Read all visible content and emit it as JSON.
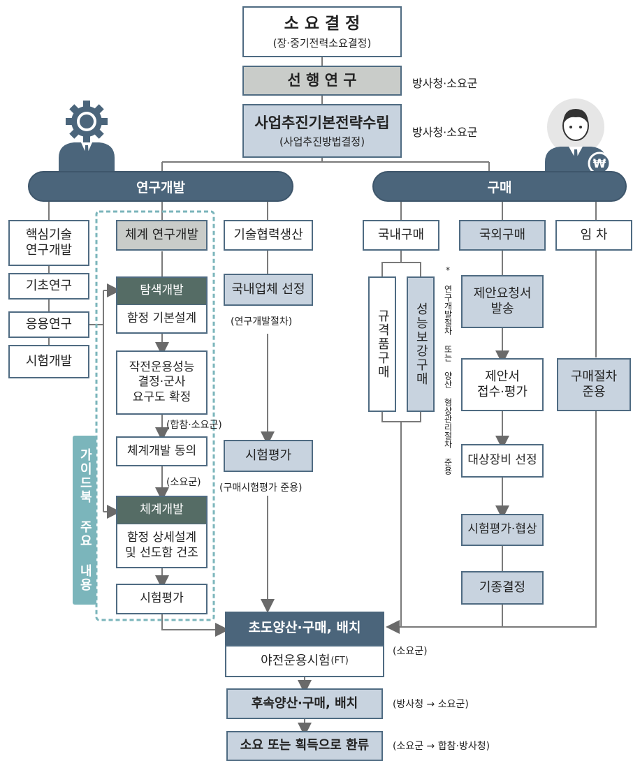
{
  "top": {
    "title": "소 요 결 정",
    "subtitle": "(장·중기전력소요결정)",
    "prelim": "선 행 연 구",
    "strategy": "사업추진기본전략수립",
    "strategy_sub": "(사업추진방법결정)",
    "note_prelim": "방사청·소요군",
    "note_strategy": "방사청·소요군"
  },
  "rd": {
    "banner": "연구개발",
    "core_tech": "핵심기술\n연구개발",
    "basic": "기초연구",
    "applied": "응용연구",
    "test_dev": "시험개발",
    "system_rd": "체계 연구개발",
    "exploratory_hdr": "탐색개발",
    "exploratory_body": "함정 기본설계",
    "ops_req": "작전운용성능\n결정·군사\n요구도 확정",
    "note_jcs": "(합참·소요군)",
    "sys_agree": "체계개발 동의",
    "note_svc": "(소요군)",
    "sysdev_hdr": "체계개발",
    "sysdev_body": "함정 상세설계\n및 선도함 건조",
    "test_eval": "시험평가",
    "guidebook": "가이드북 주요 내용",
    "tech_coop": "기술협력생산",
    "domestic_select": "국내업체 선정",
    "note_rd_proc": "(연구개발절차)",
    "coop_test": "시험평가",
    "note_buy_test": "(구매시험평가 준용)"
  },
  "purchase": {
    "banner": "구매",
    "domestic": "국내구매",
    "foreign": "국외구매",
    "lease": "임  차",
    "standard": "규격품구매",
    "perf": "성능보강구매",
    "side_note": "* 연구개발절차 또는 양산 형상관리절차 준용",
    "rfp": "제안요청서\n발송",
    "proposal": "제안서\n접수·평가",
    "target": "대상장비 선정",
    "nego": "시험평가·협상",
    "model": "기종결정",
    "lease_proc": "구매절차\n준용"
  },
  "bottom": {
    "initial": "초도양산·구매, 배치",
    "field": "야전운용시험",
    "field_ft": "(FT)",
    "note_field": "(소요군)",
    "follow": "후속양산·구매, 배치",
    "note_follow": "(방사청 → 소요군)",
    "feedback": "소요 또는 획득으로 환류",
    "note_feedback": "(소요군 → 합참·방사청)"
  },
  "colors": {
    "navy": "#4b657b",
    "light_blue": "#c8d3df",
    "grey": "#c9ccc9",
    "dark_green": "#556c65",
    "teal": "#7bb5bb"
  },
  "icons": {
    "left_person": "gear-person-icon",
    "right_person": "person-won-icon"
  }
}
